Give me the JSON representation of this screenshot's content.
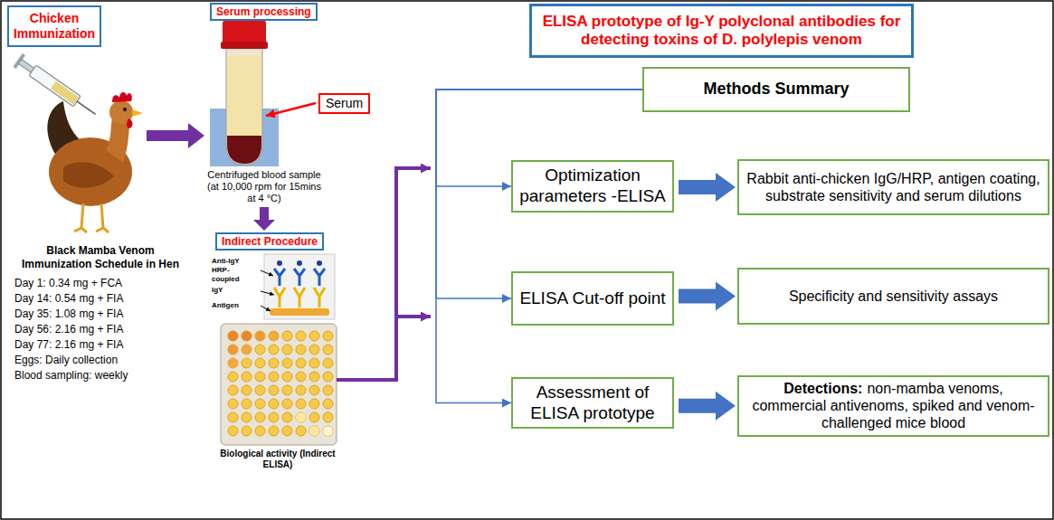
{
  "diagram": {
    "nodes": [
      {
        "text": [
          "Chicken Immunization"
        ]
      },
      {
        "text": [
          "Serum processing"
        ]
      },
      {
        "text": [
          "Serum"
        ]
      },
      {
        "text": [
          "Indirect Procedure"
        ]
      },
      {
        "text": [
          "ELISA prototype of Ig-Y polyclonal antibodies for detecting toxins of D. polylepis venom"
        ]
      },
      {
        "text": [
          "Methods Summary"
        ]
      },
      {
        "text": [
          "Optimization parameters -ELISA"
        ]
      },
      {
        "text": [
          "Rabbit anti-chicken IgG/HRP, antigen coating, substrate sensitivity and serum dilutions"
        ]
      },
      {
        "text": [
          "ELISA Cut-off point"
        ]
      },
      {
        "text": [
          "Specificity and sensitivity assays"
        ]
      },
      {
        "text": [
          "Assessment of ELISA prototype"
        ]
      },
      {
        "text": [
          "Detections:",
          "non-mamba venoms, commercial antivenoms, spiked and venom-challenged mice blood"
        ]
      }
    ],
    "edges": [
      {
        "from": 5,
        "to": 6,
        "arrow": "to"
      },
      {
        "from": 5,
        "to": 8,
        "arrow": "to"
      },
      {
        "from": 5,
        "to": 10,
        "arrow": "to"
      },
      {
        "from": 6,
        "to": 7,
        "arrow": "to"
      },
      {
        "from": 8,
        "to": 9,
        "arrow": "to"
      },
      {
        "from": 10,
        "to": 11,
        "arrow": "to"
      }
    ],
    "labels": [
      "Black Mamba Venom Immunization Schedule in Hen",
      "Day 1: 0.34 mg + FCA",
      "Day 14: 0.54 mg + FIA",
      "Day 35: 1.08 mg + FIA",
      "Day 56: 2.16 mg + FIA",
      "Day 77: 2.16 mg + FIA",
      "Eggs: Daily collection",
      "Blood sampling: weekly",
      "Centrifuged blood sample (at 10,000 rpm for 15mins at 4 °C)",
      "Anti-IgY HRP-coupled",
      "IgY",
      "Antigen",
      "Biological activity (Indirect ELISA)"
    ]
  }
}
